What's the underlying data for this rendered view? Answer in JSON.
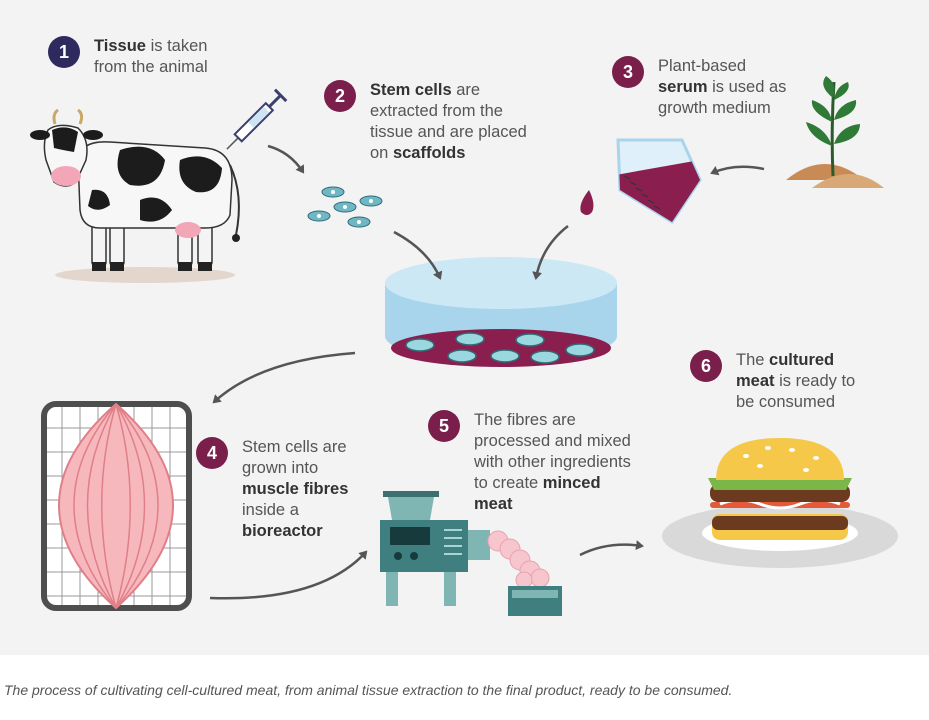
{
  "colors": {
    "badge_dark": "#2e2a5e",
    "badge_wine": "#7a1f4b",
    "panel_bg": "#f3f3f3",
    "dish": "#9fd0ea",
    "medium": "#8a1f4f",
    "muscle": "#f6b8bd",
    "machine": "#3f7f80"
  },
  "steps": [
    {
      "num": "1",
      "parts": [
        {
          "b": "Tissue"
        },
        {
          "t": " is taken"
        },
        {
          "br": true
        },
        {
          "t": "from the animal"
        }
      ]
    },
    {
      "num": "2",
      "parts": [
        {
          "b": "Stem cells"
        },
        {
          "t": " are"
        },
        {
          "br": true
        },
        {
          "t": "extracted from the"
        },
        {
          "br": true
        },
        {
          "t": "tissue and are placed"
        },
        {
          "br": true
        },
        {
          "t": "on "
        },
        {
          "b": "scaffolds"
        }
      ]
    },
    {
      "num": "3",
      "parts": [
        {
          "t": "Plant-based"
        },
        {
          "br": true
        },
        {
          "b": "serum"
        },
        {
          "t": " is used as"
        },
        {
          "br": true
        },
        {
          "t": "growth medium"
        }
      ]
    },
    {
      "num": "4",
      "parts": [
        {
          "t": "Stem cells are"
        },
        {
          "br": true
        },
        {
          "t": "grown into"
        },
        {
          "br": true
        },
        {
          "b": "muscle fibres"
        },
        {
          "br": true
        },
        {
          "t": "inside a"
        },
        {
          "br": true
        },
        {
          "b": "bioreactor"
        }
      ]
    },
    {
      "num": "5",
      "parts": [
        {
          "t": "The fibres are"
        },
        {
          "br": true
        },
        {
          "t": "processed and mixed"
        },
        {
          "br": true
        },
        {
          "t": "with other ingredients"
        },
        {
          "br": true
        },
        {
          "t": "to create "
        },
        {
          "b": "minced"
        },
        {
          "br": true
        },
        {
          "b": "meat"
        }
      ]
    },
    {
      "num": "6",
      "parts": [
        {
          "t": "The "
        },
        {
          "b": "cultured"
        },
        {
          "br": true
        },
        {
          "b": "meat"
        },
        {
          "t": " is ready to"
        },
        {
          "br": true
        },
        {
          "t": "be consumed"
        }
      ]
    }
  ],
  "caption": "The process of cultivating cell-cultured meat, from animal tissue extraction to the final product, ready to be consumed."
}
